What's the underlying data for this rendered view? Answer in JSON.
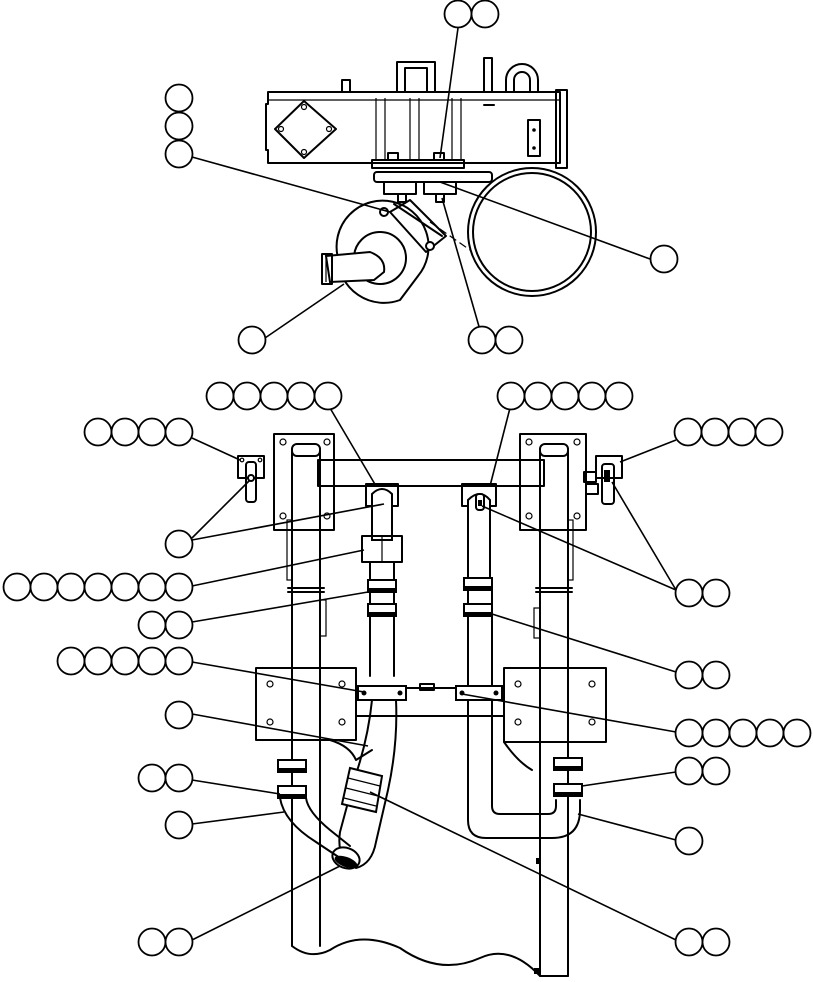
{
  "diagram": {
    "description_free": true,
    "stroke_color": "#000000",
    "background_color": "#ffffff",
    "callouts": [
      {
        "id": "top-right-pair",
        "count": 2
      },
      {
        "id": "top-left-stack-1",
        "count": 1
      },
      {
        "id": "top-left-stack-2",
        "count": 1
      },
      {
        "id": "top-left-stack-3",
        "count": 1
      },
      {
        "id": "top-right-single",
        "count": 1
      },
      {
        "id": "top-bottom-left-single",
        "count": 1
      },
      {
        "id": "top-bottom-mid-pair",
        "count": 2
      },
      {
        "id": "left-five",
        "count": 5
      },
      {
        "id": "right-five",
        "count": 5
      },
      {
        "id": "left-four",
        "count": 4
      },
      {
        "id": "right-four",
        "count": 4
      },
      {
        "id": "left-single-a",
        "count": 1
      },
      {
        "id": "left-seven",
        "count": 7
      },
      {
        "id": "right-pair-a",
        "count": 2
      },
      {
        "id": "left-pair-a",
        "count": 2
      },
      {
        "id": "right-pair-b",
        "count": 2
      },
      {
        "id": "left-five-b",
        "count": 5
      },
      {
        "id": "right-five-b",
        "count": 5
      },
      {
        "id": "left-single-b",
        "count": 1
      },
      {
        "id": "left-pair-b",
        "count": 2
      },
      {
        "id": "right-pair-c",
        "count": 2
      },
      {
        "id": "left-single-c",
        "count": 1
      },
      {
        "id": "right-single-b",
        "count": 1
      },
      {
        "id": "left-pair-c",
        "count": 2
      },
      {
        "id": "right-pair-d",
        "count": 2
      }
    ]
  }
}
